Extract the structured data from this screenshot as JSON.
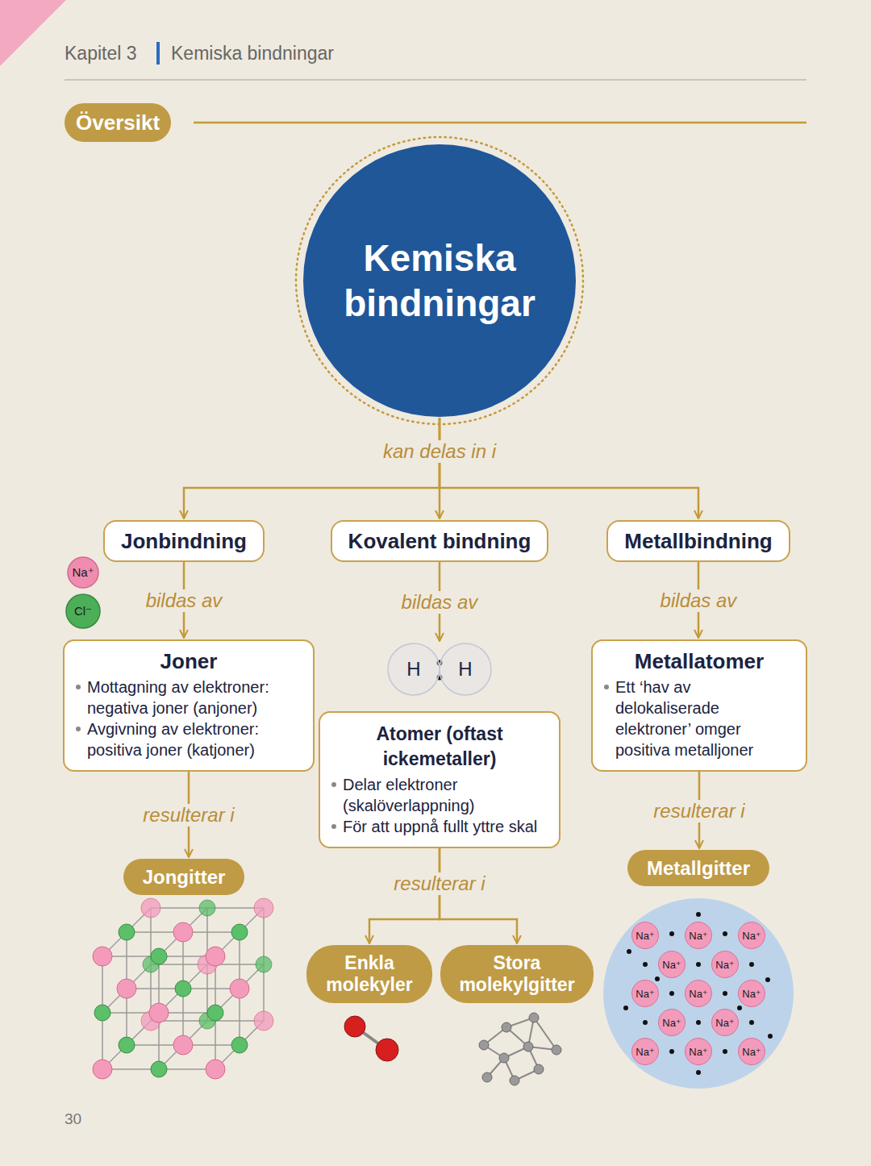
{
  "diagram": {
    "nodes": [
      {
        "text": [
          "Översikt"
        ]
      },
      {
        "text": [
          "Kemiska bindningar"
        ]
      },
      {
        "text": [
          "Jonbindning"
        ]
      },
      {
        "text": [
          "Kovalent bindning"
        ]
      },
      {
        "text": [
          "Metallbindning"
        ]
      },
      {
        "text": [
          "Na⁺"
        ]
      },
      {
        "text": [
          "Cl⁻"
        ]
      },
      {
        "text": [
          "Joner",
          "Mottagning av elektroner: negativa joner (anjoner)",
          "Avgivning av elektroner: positiva joner (katjoner)"
        ]
      },
      {
        "text": [
          "H"
        ]
      },
      {
        "text": [
          "H"
        ]
      },
      {
        "text": [
          "Atomer (oftast ickemetaller)",
          "Delar elektroner (skalöverlappning)",
          "För att uppnå fullt yttre skal"
        ]
      },
      {
        "text": [
          "Metallatomer",
          "Ett ‘hav av delokaliserade elektroner’ omger positiva metalljoner"
        ]
      },
      {
        "text": [
          "Jongitter"
        ]
      },
      {
        "text": [
          "Enkla molekyler"
        ]
      },
      {
        "text": [
          "Stora molekylgitter"
        ]
      },
      {
        "text": [
          "Metallgitter"
        ]
      }
    ],
    "edges": [
      {
        "from": 1,
        "to": 2,
        "arrow": "to"
      },
      {
        "from": 1,
        "to": 3,
        "label": "kan delas in i",
        "arrow": "to"
      },
      {
        "from": 1,
        "to": 4,
        "arrow": "to"
      },
      {
        "from": 2,
        "to": 7,
        "label": "bildas av",
        "arrow": "to"
      },
      {
        "from": 3,
        "to": 8,
        "label": "bildas av",
        "arrow": "to"
      },
      {
        "from": 4,
        "to": 11,
        "label": "bildas av",
        "arrow": "to"
      },
      {
        "from": 7,
        "to": 12,
        "label": "resulterar i",
        "arrow": "to"
      },
      {
        "from": 10,
        "to": 13,
        "label": "resulterar i",
        "arrow": "to"
      },
      {
        "from": 10,
        "to": 14,
        "arrow": "to"
      },
      {
        "from": 11,
        "to": 15,
        "label": "resulterar i",
        "arrow": "to"
      }
    ],
    "labels": [
      "Kapitel 3",
      "Kemiska bindningar",
      "30",
      "Na⁺",
      "Na⁺",
      "Na⁺",
      "Na⁺",
      "Na⁺",
      "Na⁺",
      "Na⁺",
      "Na⁺",
      "Na⁺",
      "Na⁺",
      "Na⁺",
      "Na⁺",
      "Na⁺"
    ]
  }
}
